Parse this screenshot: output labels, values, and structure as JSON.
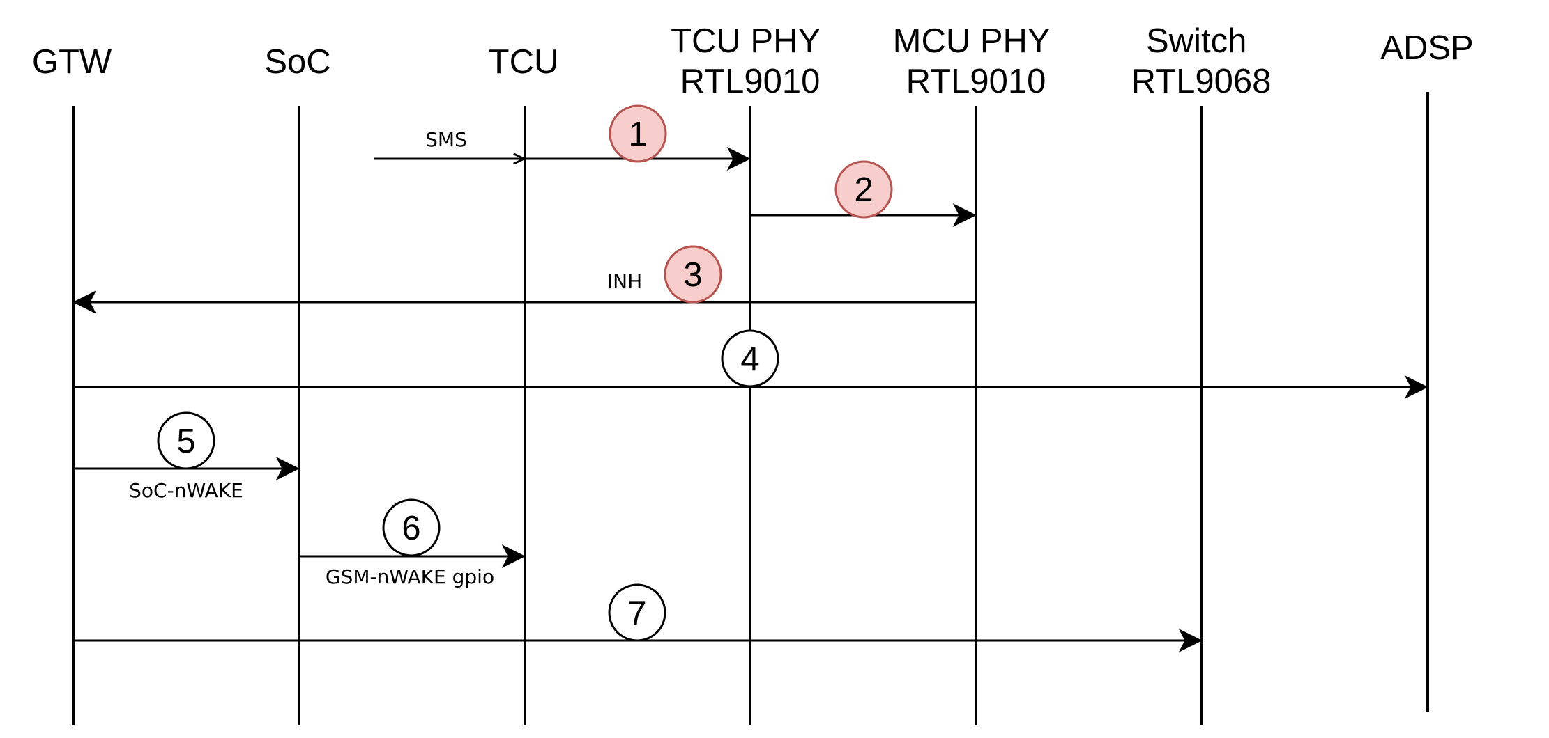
{
  "colors": {
    "line": "#000000",
    "marker_highlight_fill": "#f8cecc",
    "marker_highlight_stroke": "#b85450",
    "marker_plain_fill": "#ffffff",
    "marker_plain_stroke": "#000000"
  },
  "participants": [
    {
      "id": "gtw",
      "lines": [
        "GTW"
      ]
    },
    {
      "id": "soc",
      "lines": [
        "SoC"
      ]
    },
    {
      "id": "tcu",
      "lines": [
        "TCU"
      ]
    },
    {
      "id": "tcu-phy",
      "lines": [
        "TCU PHY",
        "RTL9010"
      ]
    },
    {
      "id": "mcu-phy",
      "lines": [
        "MCU PHY",
        "RTL9010"
      ]
    },
    {
      "id": "switch",
      "lines": [
        "Switch",
        "RTL9068"
      ]
    },
    {
      "id": "adsp",
      "lines": [
        "ADSP"
      ]
    }
  ],
  "messages": [
    {
      "id": "sms",
      "label": "SMS",
      "from": "external",
      "to": "tcu",
      "arrow": "open"
    },
    {
      "id": "step-1",
      "label": "",
      "from": "tcu",
      "to": "tcu-phy",
      "arrow": "filled"
    },
    {
      "id": "step-2",
      "label": "",
      "from": "tcu-phy",
      "to": "mcu-phy",
      "arrow": "filled"
    },
    {
      "id": "step-3",
      "label": "INH",
      "from": "mcu-phy",
      "to": "gtw",
      "arrow": "filled"
    },
    {
      "id": "step-4",
      "label": "",
      "from": "gtw",
      "to": "adsp",
      "arrow": "filled"
    },
    {
      "id": "step-5",
      "label": "SoC-nWAKE",
      "from": "gtw",
      "to": "soc",
      "arrow": "filled"
    },
    {
      "id": "step-6",
      "label": "GSM-nWAKE gpio",
      "from": "soc",
      "to": "tcu",
      "arrow": "filled"
    },
    {
      "id": "step-7",
      "label": "",
      "from": "gtw",
      "to": "switch",
      "arrow": "filled"
    }
  ],
  "markers": [
    {
      "id": "1",
      "number": "1",
      "style": "highlight"
    },
    {
      "id": "2",
      "number": "2",
      "style": "highlight"
    },
    {
      "id": "3",
      "number": "3",
      "style": "highlight"
    },
    {
      "id": "4",
      "number": "4",
      "style": "plain"
    },
    {
      "id": "5",
      "number": "5",
      "style": "plain"
    },
    {
      "id": "6",
      "number": "6",
      "style": "plain"
    },
    {
      "id": "7",
      "number": "7",
      "style": "plain"
    }
  ]
}
